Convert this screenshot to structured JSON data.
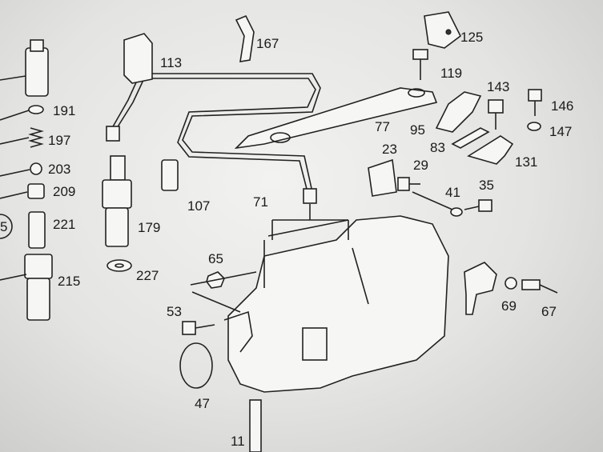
{
  "diagram": {
    "title": "Injection pump exploded parts diagram",
    "part_numbers": {
      "p125": "125",
      "p167": "167",
      "p113": "113",
      "p119": "119",
      "p143": "143",
      "p146": "146",
      "p191": "191",
      "p77": "77",
      "p95": "95",
      "p147": "147",
      "p197": "197",
      "p83": "83",
      "p23": "23",
      "p29": "29",
      "p131": "131",
      "p203": "203",
      "p209": "209",
      "p41": "41",
      "p35": "35",
      "p107": "107",
      "p71": "71",
      "p221": "221",
      "p179": "179",
      "p65": "65",
      "p227": "227",
      "p215": "215",
      "p69": "69",
      "p67": "67",
      "p53": "53",
      "p47": "47",
      "p11": "11",
      "p5": "5"
    }
  }
}
